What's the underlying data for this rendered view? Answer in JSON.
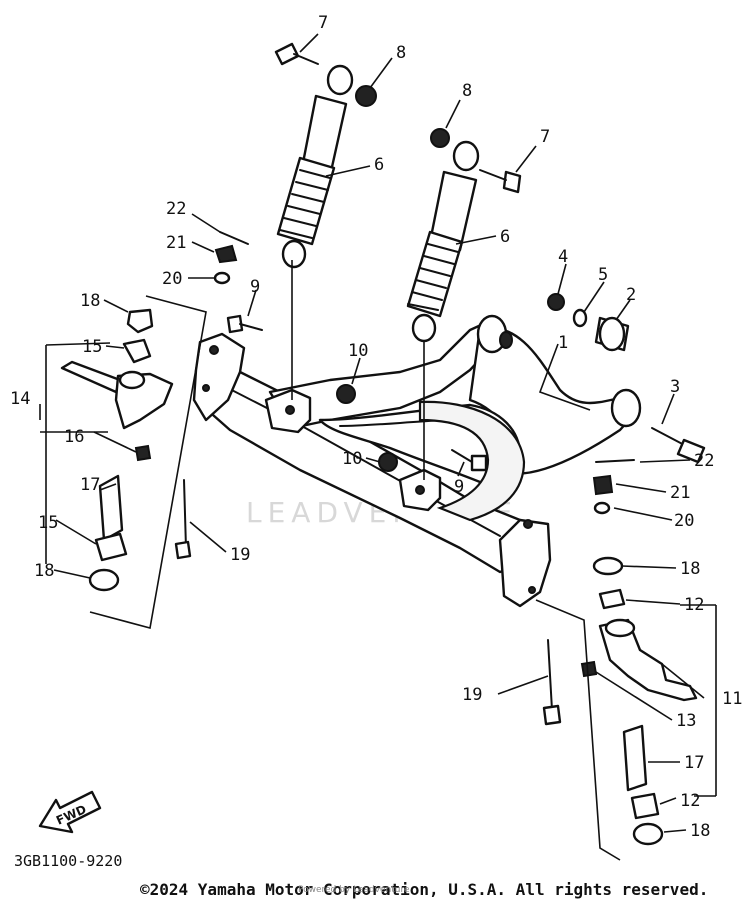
{
  "diagram": {
    "callouts": {
      "c1": "1",
      "c2": "2",
      "c3": "3",
      "c4": "4",
      "c5": "5",
      "c6a": "6",
      "c6b": "6",
      "c7a": "7",
      "c7b": "7",
      "c8a": "8",
      "c8b": "8",
      "c9a": "9",
      "c9b": "9",
      "c10a": "10",
      "c10b": "10",
      "c11": "11",
      "c12a": "12",
      "c12b": "12",
      "c13": "13",
      "c14": "14",
      "c15a": "15",
      "c15b": "15",
      "c16": "16",
      "c17a": "17",
      "c17b": "17",
      "c18a": "18",
      "c18b": "18",
      "c18c": "18",
      "c18d": "18",
      "c19a": "19",
      "c19b": "19",
      "c20a": "20",
      "c20b": "20",
      "c21a": "21",
      "c21b": "21",
      "c22a": "22",
      "c22b": "22"
    },
    "fwd_label": "FWD",
    "diagram_code": "3GB1100-9220",
    "watermark": "LEADVENTURE"
  },
  "footer": {
    "copyright": "©2024 Yamaha Motor Corporation, U.S.A. All rights reserved.",
    "powered_by": "Powered by Leadventure"
  }
}
